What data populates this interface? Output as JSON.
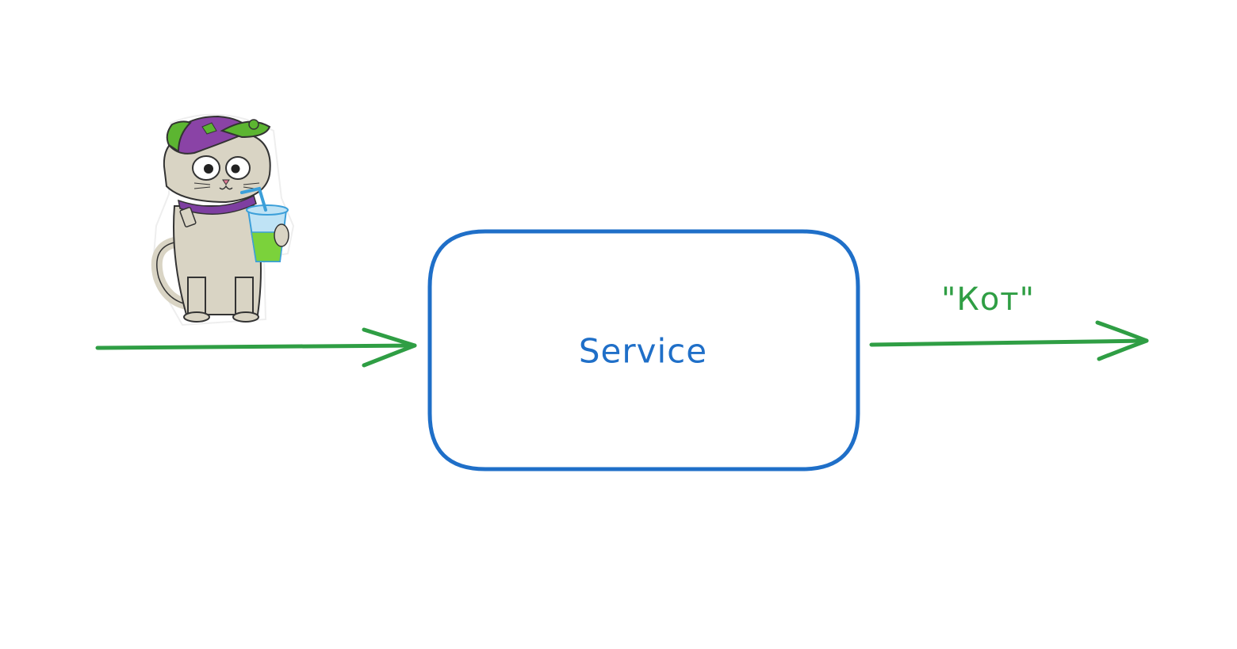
{
  "diagram": {
    "service_label": "Service",
    "output_label": "\"Кот\"",
    "input_illustration": "cat-mascot",
    "colors": {
      "box_stroke": "#1f6fc8",
      "service_text": "#1f6fc8",
      "arrow": "#2f9e44",
      "output_text": "#2f9e44",
      "cat_cap_green": "#5cb531",
      "cat_cap_purple": "#8a43a6",
      "cat_fur": "#d9d4c4",
      "cat_collar": "#7e3fa1",
      "cup_blue": "#3b9fd9",
      "drink_green": "#7bd23b"
    }
  }
}
